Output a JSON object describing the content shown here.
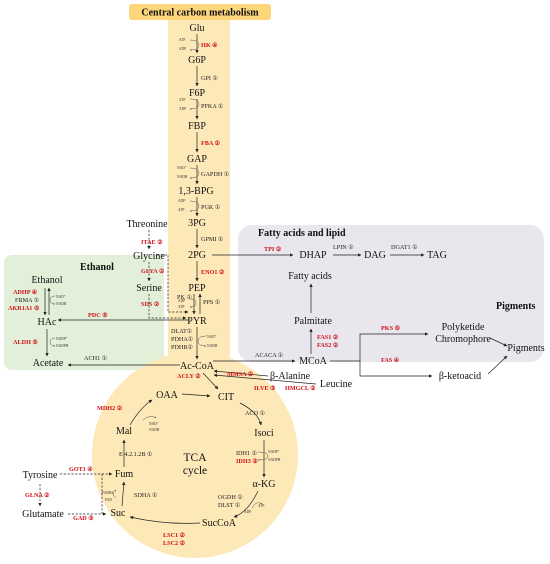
{
  "titles": {
    "central": "Central carbon metabolism",
    "fatty": "Fatty acids and lipid",
    "ethanol": "Ethanol",
    "pigments": "Pigments",
    "tca1": "TCA",
    "tca2": "cycle"
  },
  "metabolites": {
    "glu": "Glu",
    "g6p": "G6P",
    "f6p": "F6P",
    "fbp": "FBP",
    "gap": "GAP",
    "bpg": "1,3-BPG",
    "pg3": "3PG",
    "pg2": "2PG",
    "pep": "PEP",
    "pyr": "PYR",
    "acoa": "Ac-CoA",
    "oaa": "OAA",
    "cit": "CIT",
    "isoci": "Isoci",
    "akg": "α-KG",
    "succoa": "SucCoA",
    "suc": "Suc",
    "fum": "Fum",
    "mal": "Mal",
    "threonine": "Threonine",
    "glycine": "Glycine",
    "serine": "Serine",
    "ethanol": "Ethanol",
    "hac": "HAc",
    "acetate": "Acetate",
    "dhap": "DHAP",
    "dag": "DAG",
    "tag": "TAG",
    "fattyacids": "Fatty acids",
    "palmitate": "Palmitate",
    "mcoa": "MCoA",
    "polyketide1": "Polyketide",
    "polyketide2": "Chromophore",
    "betaketo": "β-ketoacid",
    "pigments": "Pigments",
    "alanine": "β-Alanine",
    "leucine": "Leucine",
    "tyrosine": "Tyrosine",
    "glutamate": "Glutamate"
  },
  "enzymes": {
    "hk": "HK ④",
    "gpi": "GPI ①",
    "pfka": "PFKA ①",
    "fba": "FBA ②",
    "gapdh": "GAPDH ①",
    "pgk": "PGK ①",
    "gpmi": "GPMI ①",
    "eno1": "ENO1 ②",
    "pk": "PK ①",
    "pps": "PPS ①",
    "dlat": "DLAT①",
    "pdha": "PDHA①",
    "pdhb": "PDHB①",
    "itae": "ITAE ②",
    "glya": "GLYA ②",
    "sds": "SDS ②",
    "pdc": "PDC ⑤",
    "adhp": "ADHP ④",
    "frma": "FRMA ①",
    "akr1a1": "AKR1A1 ⑤",
    "aldh": "ALDH ⑤",
    "ach1": "ACH1 ①",
    "tpi": "TPI ②",
    "lpin": "LPIN ①",
    "dgat1": "DGAT1 ①",
    "fas1": "FAS1 ②",
    "fas2": "FAS2 ②",
    "acaca": "ACACA ①",
    "pks": "PKS ⑤",
    "fas": "FAS ④",
    "acly": "ACLY ②",
    "mmsa": "MMSA ②",
    "ilve": "ILVE ③",
    "hmgcl": "HMGCL ②",
    "aco": "ACO ①",
    "idh1": "IDH1 ①",
    "idh3": "IDH3 ②",
    "ogdh": "OGDH ①",
    "dlst": "DLST ①",
    "lsc1": "LSC1 ②",
    "lsc2": "LSC2 ②",
    "sdha": "SDHA ①",
    "e42": "E 4.2.1.2B ①",
    "mdh2": "MDH2 ②",
    "got1": "GOT1 ④",
    "glna": "GLNA ②",
    "gad": "GAD ③"
  },
  "cofactors": {
    "atp": "ATP",
    "adp": "ADP",
    "nad": "NAD⁺",
    "nadh": "NADH",
    "nadp": "NADP⁺",
    "nadph": "NADPH",
    "fadh2": "FADH2",
    "fad": "FAD",
    "nadp_short": "NADP⁺",
    "nadph_short": "NADPH",
    "adp_short": "ADP",
    "atp_short": "ATP"
  },
  "colors": {
    "central_bg": "#fde9b8",
    "central_title_bg": "#fdd57a",
    "ethanol_bg": "#e2f0d9",
    "fatty_bg": "#e9e6ee",
    "tca_bg": "#fde9b8",
    "enzyme_highlight": "#d2131b"
  }
}
